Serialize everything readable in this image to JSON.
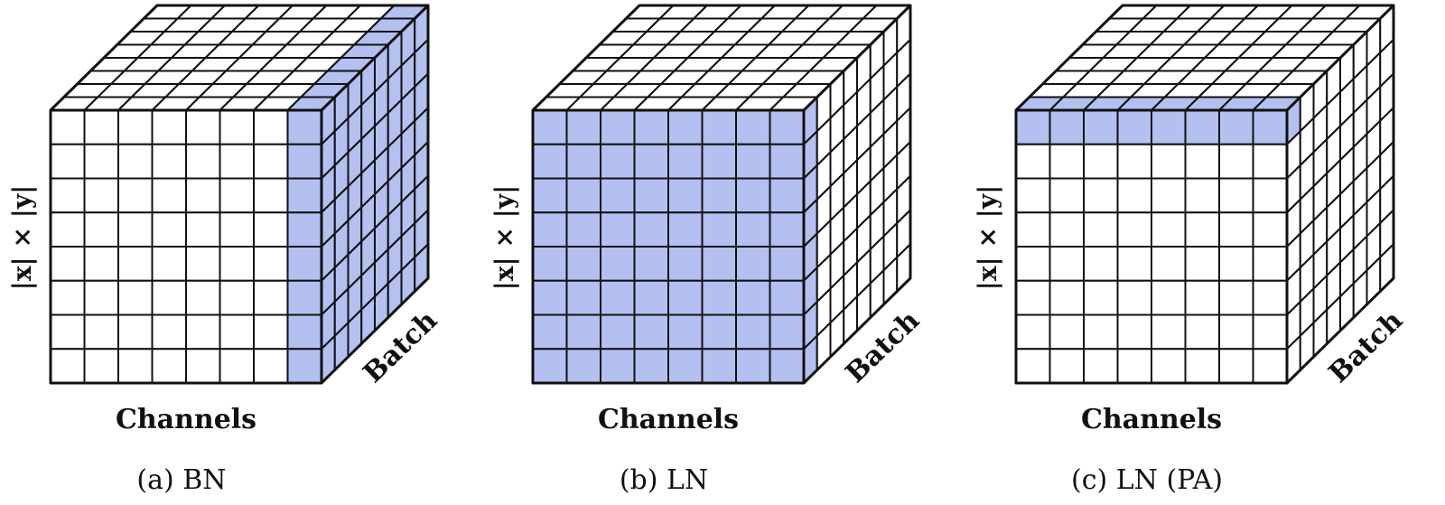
{
  "colors": {
    "highlight": "#b3c0f0",
    "stroke": "#111111",
    "background": "#ffffff"
  },
  "panels": [
    {
      "caption": "(a) BN",
      "x_axis_label": "Channels",
      "z_axis_label": "Batch",
      "y_axis_label": "|x| × |y|",
      "highlight_mode": "channel",
      "grid": {
        "channels": 8,
        "spatial": 8,
        "batch": 8
      }
    },
    {
      "caption": "(b) LN",
      "x_axis_label": "Channels",
      "z_axis_label": "Batch",
      "y_axis_label": "|x| × |y|",
      "highlight_mode": "batch",
      "grid": {
        "channels": 8,
        "spatial": 8,
        "batch": 8
      }
    },
    {
      "caption": "(c) LN (PA)",
      "x_axis_label": "Channels",
      "z_axis_label": "Batch",
      "y_axis_label": "|x| × |y|",
      "highlight_mode": "pixel",
      "grid": {
        "channels": 8,
        "spatial": 8,
        "batch": 8
      }
    }
  ]
}
